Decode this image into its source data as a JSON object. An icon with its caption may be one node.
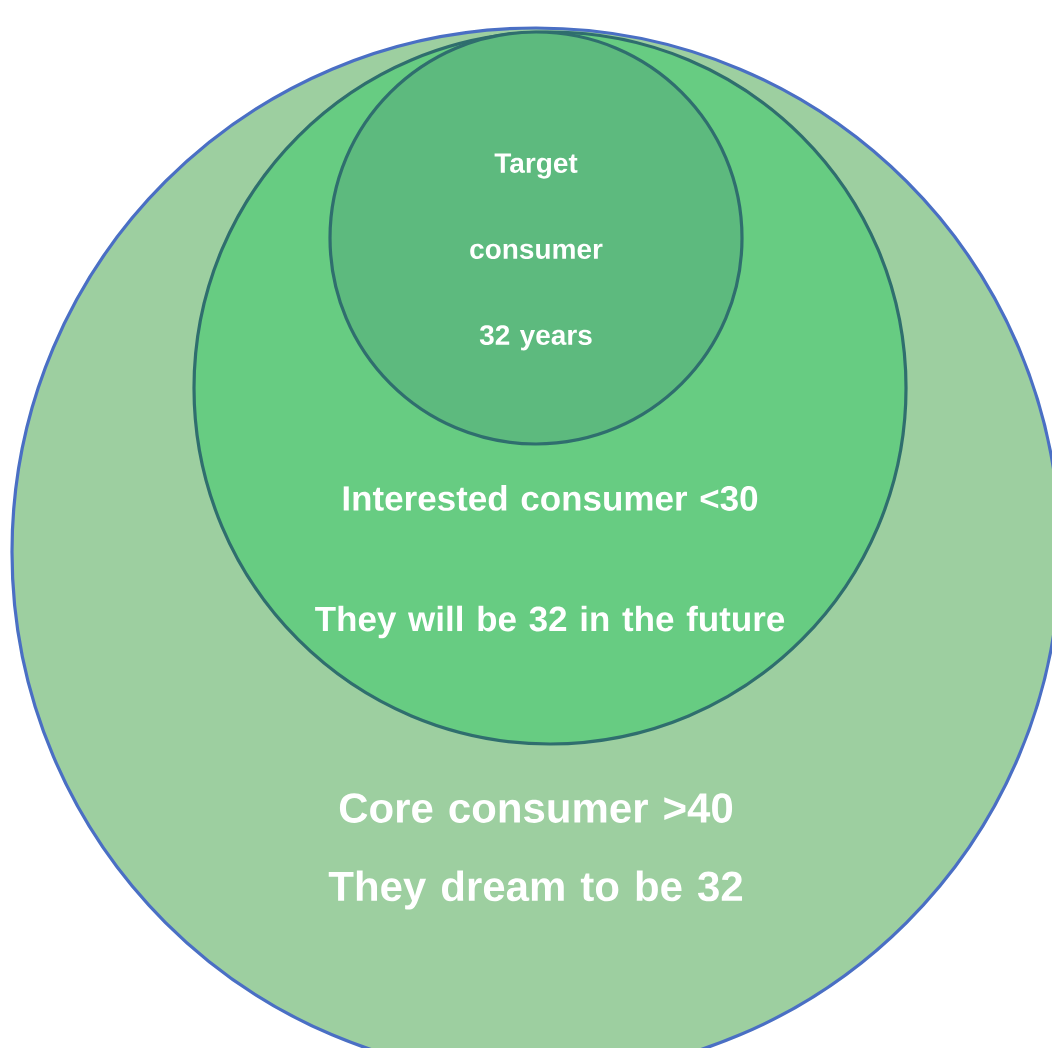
{
  "diagram": {
    "nodes": [
      {
        "text": [
          "Core consumer >40",
          "They dream to be 32"
        ]
      },
      {
        "text": [
          "Interested consumer <30",
          "They will be 32 in the future"
        ],
        "in": 0
      },
      {
        "text": [
          "Target consumer 32 years"
        ],
        "in": 1
      }
    ]
  }
}
